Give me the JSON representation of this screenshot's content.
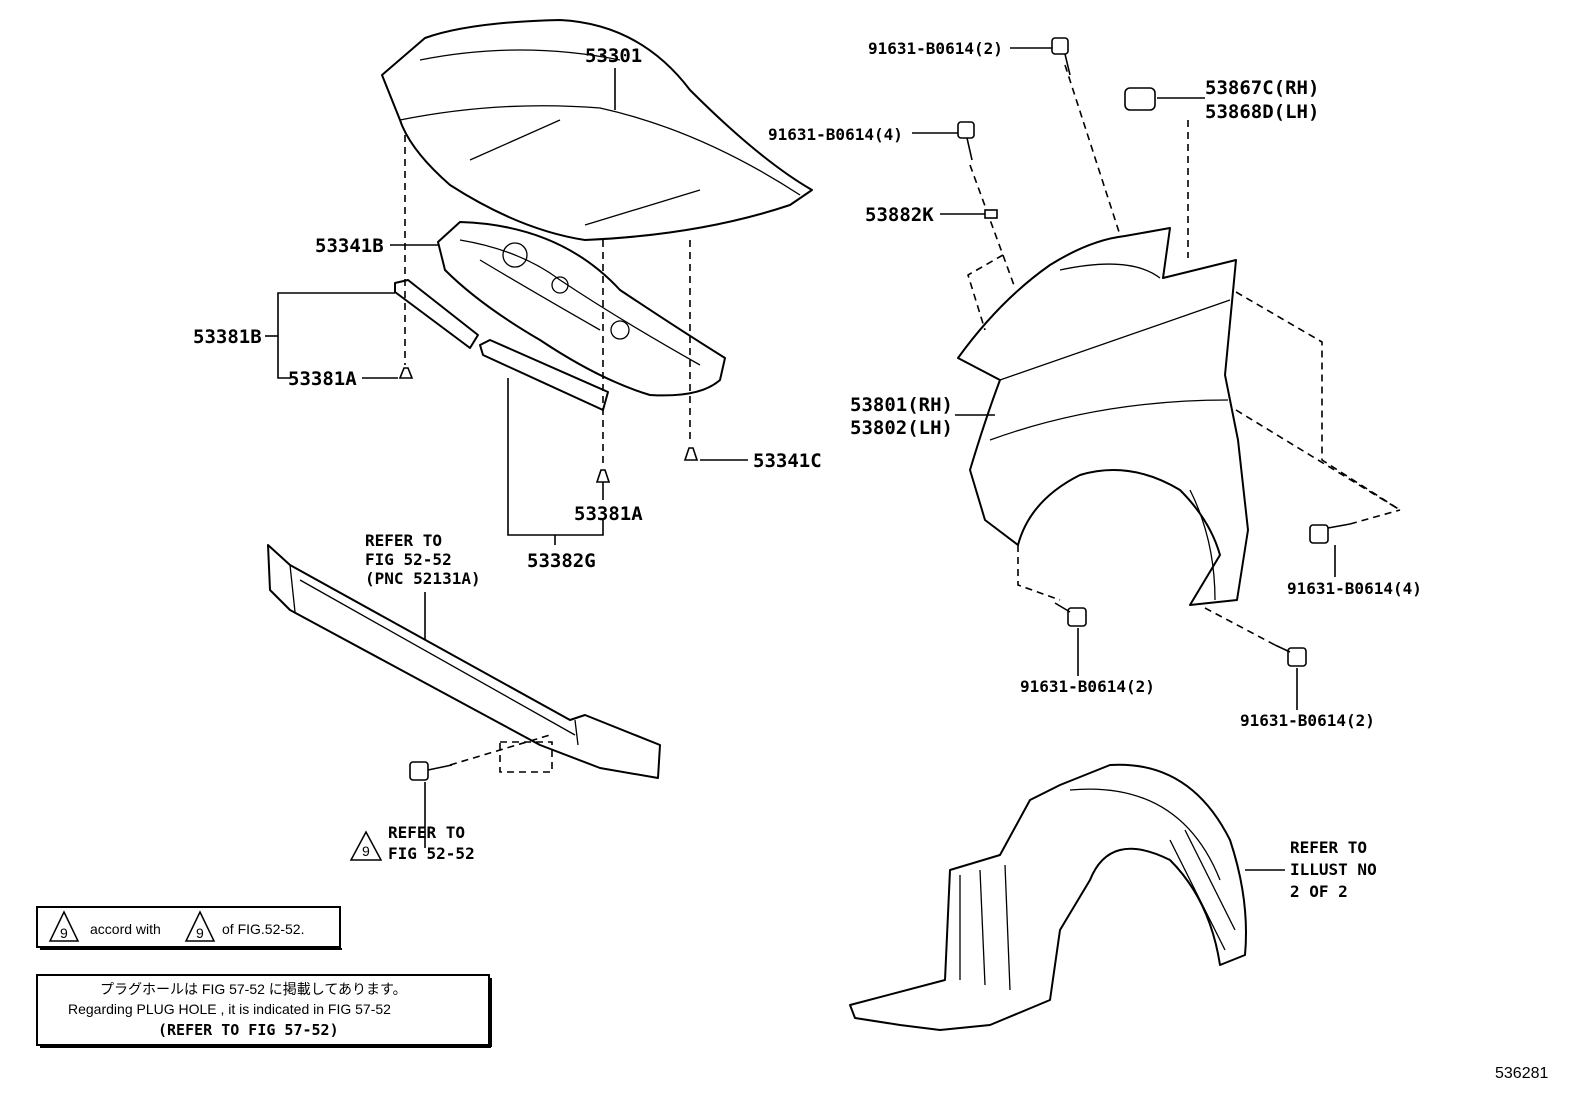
{
  "labels": {
    "hood": "53301",
    "hood_insulator": "53341B",
    "hood_seal_set": "53381B",
    "clip_left": "53381A",
    "clip_center": "53381A",
    "hood_clip_right": "53341C",
    "seal_lower": "53382G",
    "bolt_top": "91631-B0614(2)",
    "bolt_upper": "91631-B0614(4)",
    "fender_clip_rh": "53867C(RH)",
    "fender_clip_lh": "53868D(LH)",
    "fender_pad": "53882K",
    "fender_rh": "53801(RH)",
    "fender_lh": "53802(LH)",
    "bolt_right": "91631-B0614(4)",
    "bolt_bottom_left": "91631-B0614(2)",
    "bolt_bottom_right": "91631-B0614(2)"
  },
  "refer_bumper": [
    "REFER TO",
    "FIG 52-52",
    "(PNC 52131A)"
  ],
  "refer_bolt": [
    "REFER TO",
    "FIG 52-52"
  ],
  "refer_liner": [
    "REFER TO",
    "ILLUST NO",
    "2 OF 2"
  ],
  "mark_symbol": "9",
  "note_accord": {
    "text_a": "accord with",
    "text_b": "of FIG.52-52."
  },
  "note_plug": {
    "line1": "プラグホールは FIG 57-52 に掲載してあります。",
    "line2": "Regarding PLUG HOLE , it is indicated in FIG 57-52",
    "line3": "(REFER TO FIG 57-52)"
  },
  "illustration_id": "536281"
}
